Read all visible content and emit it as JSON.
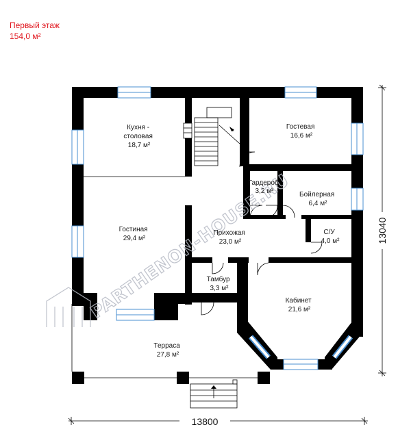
{
  "header": {
    "floor_title": "Первый этаж",
    "floor_area": "154,0 м²"
  },
  "rooms": [
    {
      "name": "Кухня -\nстоловая",
      "area": "18,7 м²"
    },
    {
      "name": "Гостевая",
      "area": "16,6 м²"
    },
    {
      "name": "Гардероб",
      "area": "3,2 м²"
    },
    {
      "name": "Бойлерная",
      "area": "6,4 м²"
    },
    {
      "name": "Гостиная",
      "area": "29,4 м²"
    },
    {
      "name": "Прихожая",
      "area": "23,0 м²"
    },
    {
      "name": "С/У",
      "area": "4,0 м²"
    },
    {
      "name": "Тамбур",
      "area": "3,3 м²"
    },
    {
      "name": "Кабинет",
      "area": "21,6 м²"
    },
    {
      "name": "Терраса",
      "area": "27,8 м²"
    }
  ],
  "dimensions": {
    "width": "13800",
    "height": "13040"
  },
  "watermark": "PARTHENON-HOUSE.RU",
  "colors": {
    "header_text": "#e0141c",
    "walls": "#000000",
    "window_glass": "#4a8fd0",
    "watermark": "#b8bcc6"
  }
}
